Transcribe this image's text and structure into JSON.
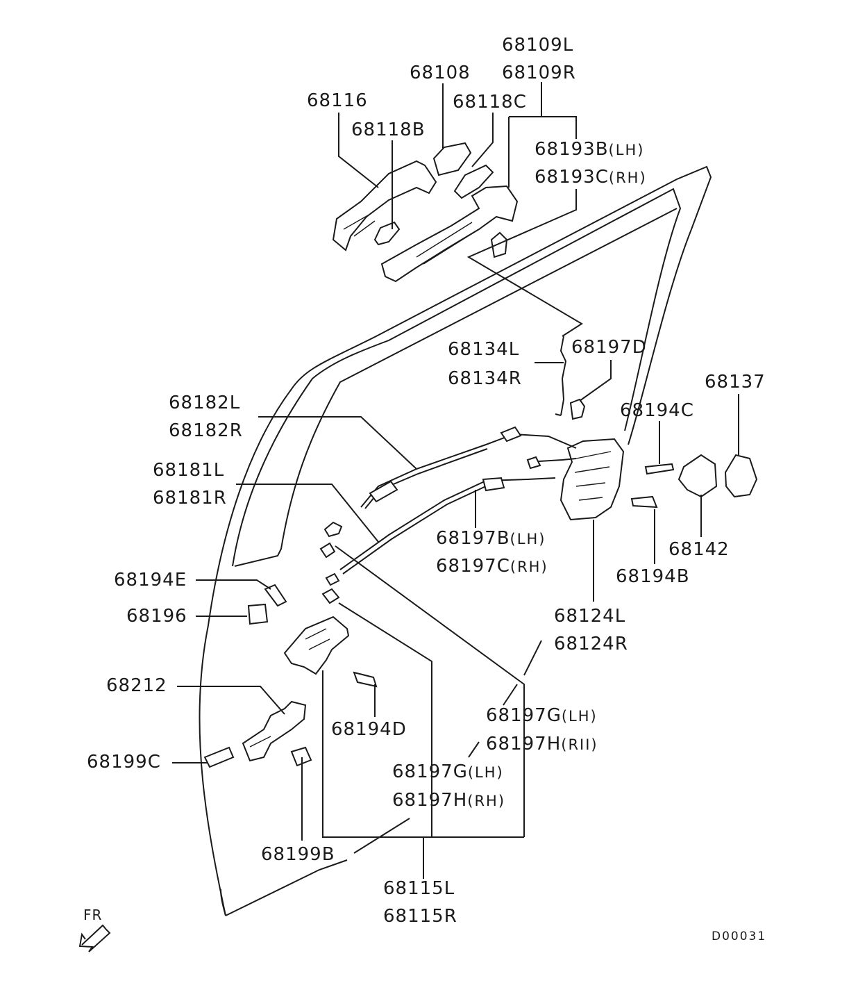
{
  "labels": {
    "p68109L": "68109L",
    "p68109R": "68109R",
    "p68108": "68108",
    "p68116": "68116",
    "p68118C": "68118C",
    "p68118B": "68118B",
    "p68193B": "68193B",
    "p68193B_sfx": "(LH)",
    "p68193C": "68193C",
    "p68193C_sfx": "(RH)",
    "p68134L": "68134L",
    "p68134R": "68134R",
    "p68197D": "68197D",
    "p68137": "68137",
    "p68182L": "68182L",
    "p68182R": "68182R",
    "p68194C": "68194C",
    "p68181L": "68181L",
    "p68181R": "68181R",
    "p68197B": "68197B",
    "p68197B_sfx": "(LH)",
    "p68197C": "68197C",
    "p68197C_sfx": "(RH)",
    "p68142": "68142",
    "p68194B": "68194B",
    "p68194E": "68194E",
    "p68196": "68196",
    "p68124L": "68124L",
    "p68124R": "68124R",
    "p68212": "68212",
    "p68194D": "68194D",
    "p68197G_a": "68197G",
    "p68197G_a_sfx": "(LH)",
    "p68197H_a": "68197H",
    "p68197H_a_sfx": "(RII)",
    "p68199C": "68199C",
    "p68197G_b": "68197G",
    "p68197G_b_sfx": "(LH)",
    "p68197H_b": "68197H",
    "p68197H_b_sfx": "(RH)",
    "p68199B": "68199B",
    "p68115L": "68115L",
    "p68115R": "68115R"
  },
  "front_indicator": "FR",
  "diagram_code": "D00031"
}
